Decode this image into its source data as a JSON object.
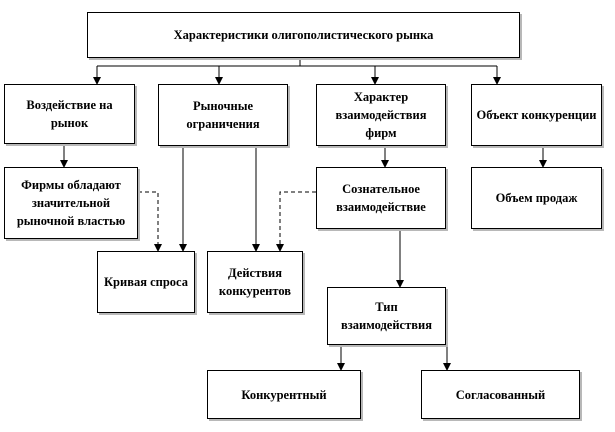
{
  "nodes": {
    "root": "Характеристики олигополистического рынка",
    "market_impact": "Воздействие на рынок",
    "market_restrictions": "Рыночные ограничения",
    "interaction_nature": "Характер взаимодействия фирм",
    "competition_object": "Объект конкуренции",
    "significant_market_power": "Фирмы обладают значительной рыночной властью",
    "conscious_interaction": "Сознательное взаимодействие",
    "sales_volume": "Объем продаж",
    "demand_curve": "Кривая спроса",
    "competitor_actions": "Действия конкурентов",
    "interaction_type": "Тип взаимодействия",
    "competitive": "Конкурентный",
    "coordinated": "Согласованный"
  }
}
